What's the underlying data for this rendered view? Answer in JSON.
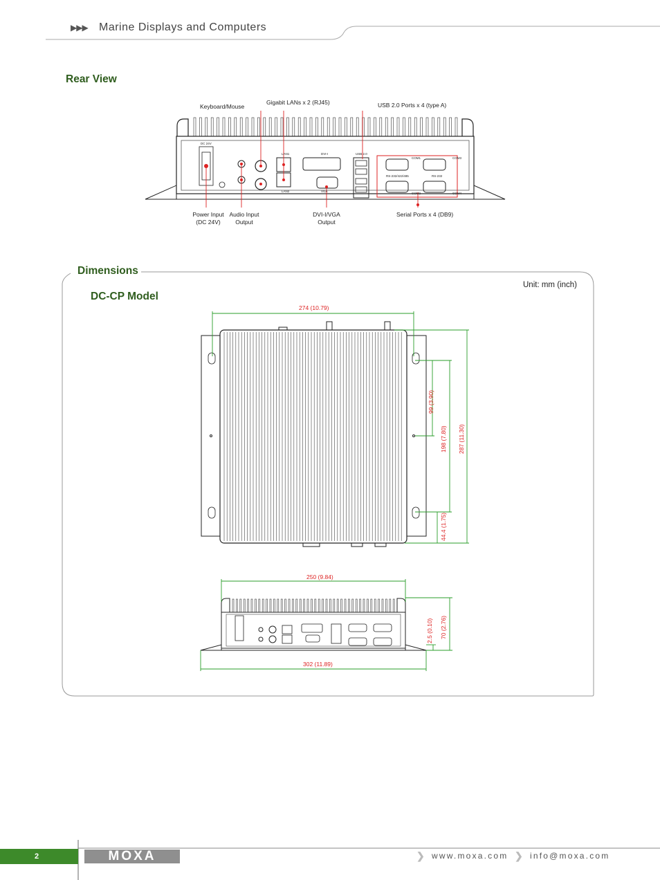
{
  "header": {
    "title": "Marine Displays and Computers",
    "arrows": "▶▶▶"
  },
  "rear_view": {
    "title": "Rear View",
    "callouts": {
      "keyboard_mouse": "Keyboard/Mouse",
      "gigabit_lans": "Gigabit LANs x 2 (RJ45)",
      "usb_ports": "USB 2.0 Ports x 4 (type A)",
      "power_input_line1": "Power Input",
      "power_input_line2": "(DC 24V)",
      "audio_line1": "Audio Input",
      "audio_line2": "Output",
      "dvi_line1": "DVI-I/VGA",
      "dvi_line2": "Output",
      "serial_ports": "Serial Ports x 4 (DB9)"
    },
    "panel_labels": {
      "dc": "DC 24V",
      "lan1": "LAN1",
      "lan2": "LAN2",
      "dvi": "DVI-I",
      "vga": "VGA",
      "usb": "USB 2.0",
      "com1": "COM1",
      "com2": "COM2",
      "com3": "COM3",
      "com4": "COM4",
      "rs232_422_485": "RS-232/422/485",
      "rs232": "RS-232"
    }
  },
  "dimensions": {
    "title": "Dimensions",
    "model": "DC-CP Model",
    "unit": "Unit: mm (inch)",
    "top_view": {
      "width": "274 (10.79)",
      "hole_spacing": "99 (3.90)",
      "mount_spacing": "198 (7.80)",
      "depth": "287 (11.30)",
      "bottom_offset": "44.4 (1.75)"
    },
    "front_view": {
      "width": "250 (9.84)",
      "overall_width": "302 (11.89)",
      "flange": "2.5 (0.10)",
      "height": "70 (2.76)"
    }
  },
  "footer": {
    "page_number": "2",
    "logo": "MOXA",
    "website": "www.moxa.com",
    "email": "info@moxa.com"
  },
  "colors": {
    "accent_green": "#2f5d1e",
    "page_tab": "#3d8a2a",
    "dimension_red": "#dd2222",
    "logo_grey": "#8f8f8f"
  }
}
